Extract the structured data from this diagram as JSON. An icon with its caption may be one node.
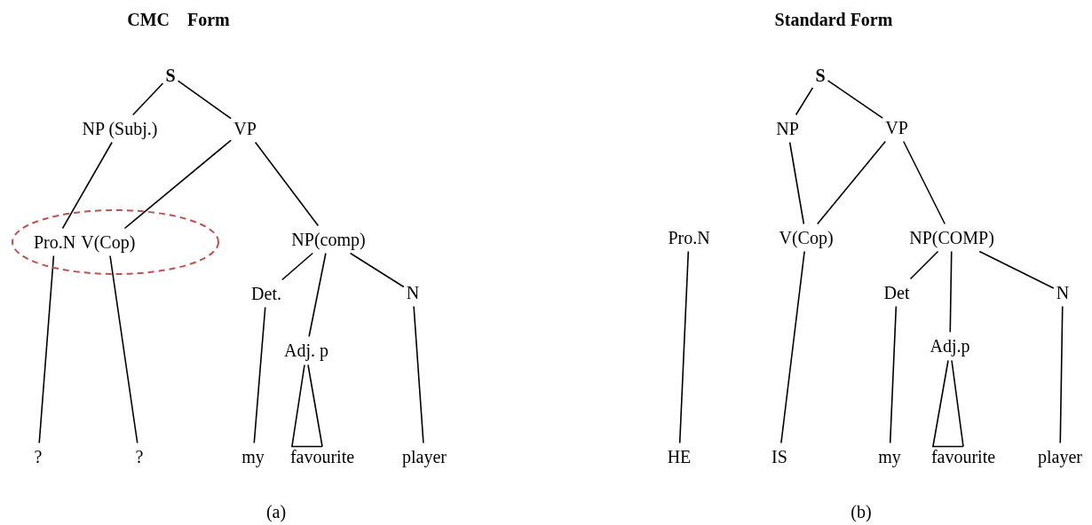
{
  "diagram": {
    "nodes": [
      {
        "text": [
          "S"
        ]
      },
      {
        "text": [
          "NP (Subj.)"
        ]
      },
      {
        "text": [
          "VP"
        ]
      },
      {
        "text": [],
        "shape": "ellipse"
      },
      {
        "text": [
          "Pro.N"
        ],
        "in": 3
      },
      {
        "text": [
          "V(Cop)"
        ],
        "in": 3
      },
      {
        "text": [
          "NP(comp)"
        ]
      },
      {
        "text": [
          "Det."
        ]
      },
      {
        "text": [
          "N"
        ]
      },
      {
        "text": [
          "Adj. p"
        ]
      },
      {
        "text": [
          "?"
        ]
      },
      {
        "text": [
          "?"
        ]
      },
      {
        "text": [
          "my"
        ]
      },
      {
        "text": [
          "favourite"
        ]
      },
      {
        "text": [
          "player"
        ]
      },
      {
        "text": [
          "S"
        ]
      },
      {
        "text": [
          "NP"
        ]
      },
      {
        "text": [
          "VP"
        ]
      },
      {
        "text": [
          "Pro.N"
        ]
      },
      {
        "text": [
          "V(Cop)"
        ]
      },
      {
        "text": [
          "NP(COMP)"
        ]
      },
      {
        "text": [
          "Det"
        ]
      },
      {
        "text": [
          "N"
        ]
      },
      {
        "text": [
          "Adj.p"
        ]
      },
      {
        "text": [
          "HE"
        ]
      },
      {
        "text": [
          "IS"
        ]
      },
      {
        "text": [
          "my"
        ]
      },
      {
        "text": [
          "favourite"
        ]
      },
      {
        "text": [
          "player"
        ]
      }
    ],
    "edges": [
      {
        "from": 0,
        "to": 1,
        "arrow": "none"
      },
      {
        "from": 0,
        "to": 2,
        "arrow": "none"
      },
      {
        "from": 1,
        "to": 4,
        "arrow": "none"
      },
      {
        "from": 2,
        "to": 5,
        "arrow": "none"
      },
      {
        "from": 2,
        "to": 6,
        "arrow": "none"
      },
      {
        "from": 6,
        "to": 7,
        "arrow": "none"
      },
      {
        "from": 6,
        "to": 9,
        "arrow": "none"
      },
      {
        "from": 6,
        "to": 8,
        "arrow": "none"
      },
      {
        "from": 4,
        "to": 10,
        "arrow": "none"
      },
      {
        "from": 5,
        "to": 11,
        "arrow": "none"
      },
      {
        "from": 7,
        "to": 12,
        "arrow": "none"
      },
      {
        "from": 9,
        "to": 13,
        "arrow": "none"
      },
      {
        "from": 8,
        "to": 14,
        "arrow": "none"
      },
      {
        "from": 15,
        "to": 16,
        "arrow": "none"
      },
      {
        "from": 15,
        "to": 17,
        "arrow": "none"
      },
      {
        "from": 16,
        "to": 19,
        "arrow": "none"
      },
      {
        "from": 17,
        "to": 19,
        "arrow": "none"
      },
      {
        "from": 17,
        "to": 20,
        "arrow": "none"
      },
      {
        "from": 20,
        "to": 21,
        "arrow": "none"
      },
      {
        "from": 20,
        "to": 23,
        "arrow": "none"
      },
      {
        "from": 20,
        "to": 22,
        "arrow": "none"
      },
      {
        "from": 18,
        "to": 24,
        "arrow": "none"
      },
      {
        "from": 19,
        "to": 25,
        "arrow": "none"
      },
      {
        "from": 21,
        "to": 26,
        "arrow": "none"
      },
      {
        "from": 23,
        "to": 27,
        "arrow": "none"
      },
      {
        "from": 22,
        "to": 28,
        "arrow": "none"
      }
    ],
    "labels": [
      "CMC    Form",
      "Standard Form",
      "(a)",
      "(b)"
    ]
  }
}
